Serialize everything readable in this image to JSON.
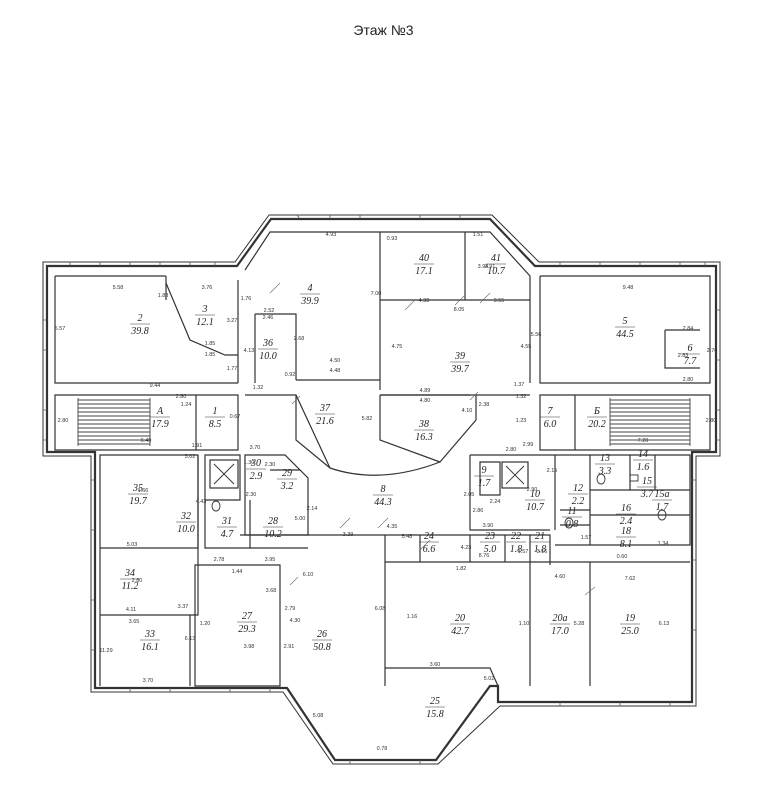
{
  "title": "Этаж №3",
  "rooms": [
    {
      "num": "А",
      "area": "17.9"
    },
    {
      "num": "Б",
      "area": "20.2"
    },
    {
      "num": "1",
      "area": "8.5"
    },
    {
      "num": "2",
      "area": "39.8"
    },
    {
      "num": "3",
      "area": "12.1"
    },
    {
      "num": "4",
      "area": "39.9"
    },
    {
      "num": "5",
      "area": "44.5"
    },
    {
      "num": "6",
      "area": "7.7"
    },
    {
      "num": "7",
      "area": "6.0"
    },
    {
      "num": "8",
      "area": "44.3"
    },
    {
      "num": "9",
      "area": "1.7"
    },
    {
      "num": "10",
      "area": "10.7"
    },
    {
      "num": "11",
      "area": "0.8"
    },
    {
      "num": "12",
      "area": "2.2"
    },
    {
      "num": "13",
      "area": "3.3"
    },
    {
      "num": "14",
      "area": "1.6"
    },
    {
      "num": "15",
      "area": "3.7"
    },
    {
      "num": "15а",
      "area": "1.7"
    },
    {
      "num": "16",
      "area": "2.4"
    },
    {
      "num": "18",
      "area": "8.1"
    },
    {
      "num": "19",
      "area": "25.0"
    },
    {
      "num": "20",
      "area": "42.7"
    },
    {
      "num": "20а",
      "area": "17.0"
    },
    {
      "num": "21",
      "area": "1.8"
    },
    {
      "num": "22",
      "area": "1.8"
    },
    {
      "num": "23",
      "area": "5.0"
    },
    {
      "num": "24",
      "area": "6.6"
    },
    {
      "num": "25",
      "area": "15.8"
    },
    {
      "num": "26",
      "area": "50.8"
    },
    {
      "num": "27",
      "area": "29.3"
    },
    {
      "num": "28",
      "area": "10.2"
    },
    {
      "num": "29",
      "area": "3.2"
    },
    {
      "num": "30",
      "area": "2.9"
    },
    {
      "num": "31",
      "area": "4.7"
    },
    {
      "num": "32",
      "area": "10.0"
    },
    {
      "num": "33",
      "area": "16.1"
    },
    {
      "num": "34",
      "area": "11.2"
    },
    {
      "num": "35",
      "area": "19.7"
    },
    {
      "num": "36",
      "area": "10.0"
    },
    {
      "num": "37",
      "area": "21.6"
    },
    {
      "num": "38",
      "area": "16.3"
    },
    {
      "num": "39",
      "area": "39.7"
    },
    {
      "num": "40",
      "area": "17.1"
    },
    {
      "num": "41",
      "area": "10.7"
    }
  ],
  "dimensions": [
    "5.58",
    "3.76",
    "4.93",
    "9.48",
    "5.57",
    "9.44",
    "1.88",
    "1.85",
    "1.85",
    "1.77",
    "3.27",
    "1.76",
    "2.52",
    "2.46",
    "4.13",
    "2.68",
    "4.50",
    "4.48",
    "0.92",
    "1.32",
    "0.93",
    "1.51",
    "3.94",
    "3.91",
    "4.38",
    "3.55",
    "8.05",
    "7.00",
    "4.75",
    "4.55",
    "4.89",
    "4.80",
    "1.37",
    "1.32",
    "2.38",
    "4.10",
    "5.82",
    "5.56",
    "2.84",
    "2.83",
    "2.76",
    "2.80",
    "2.80",
    "6.40",
    "2.80",
    "7.20",
    "2.80",
    "1.24",
    "0.67",
    "3.70",
    "1.91",
    "3.02",
    "1.30",
    "2.30",
    "2.30",
    "1.23",
    "2.99",
    "2.80",
    "2.15",
    "2.05",
    "2.24",
    "2.90",
    "2.86",
    "3.90",
    "1.66",
    "4.43",
    "5.03",
    "2.78",
    "3.95",
    "1.44",
    "3.39",
    "5.48",
    "4.35",
    "4.23",
    "8.76",
    "1.57",
    "3.16",
    "1.57",
    "1.34",
    "0.60",
    "1.82",
    "4.60",
    "7.62",
    "2.80",
    "4.11",
    "3.37",
    "3.65",
    "1.20",
    "3.68",
    "6.10",
    "2.79",
    "4.30",
    "1.16",
    "1.10",
    "5.28",
    "6.13",
    "6.08",
    "6.13",
    "11.29",
    "3.98",
    "2.91",
    "3.70",
    "3.60",
    "5.02",
    "5.08",
    "0.78",
    "5.00",
    "2.14",
    "3.38",
    "2.75"
  ]
}
